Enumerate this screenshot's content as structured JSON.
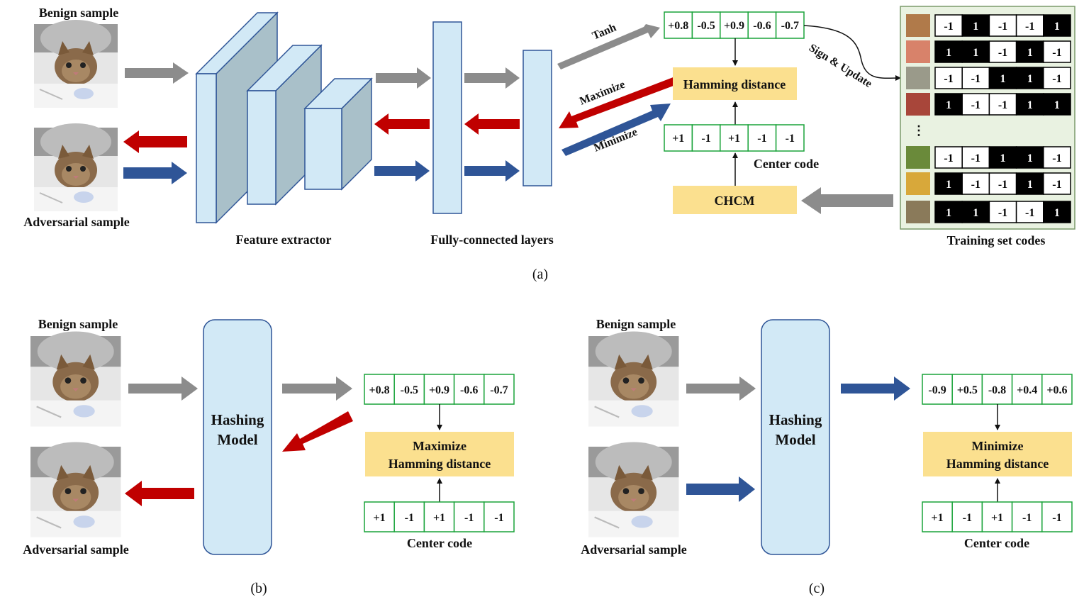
{
  "colors": {
    "gray_arrow": "#8c8c8c",
    "red_arrow": "#c00000",
    "blue_arrow": "#2f5597",
    "box_blue": "#d2e9f6",
    "box_blue_dark": "#a9c0c9",
    "box_yellow": "#fbe08f",
    "code_border": "#1aa33a",
    "training_bg": "#e9f2e1"
  },
  "panel_a": {
    "benign_label": "Benign sample",
    "adversarial_label": "Adversarial sample",
    "feature_extractor_label": "Feature extractor",
    "fc_label": "Fully-connected layers",
    "tanh_label": "Tanh",
    "maximize_label": "Maximize",
    "minimize_label": "Minimize",
    "output_code": [
      "+0.8",
      "-0.5",
      "+0.9",
      "-0.6",
      "-0.7"
    ],
    "hamming_label": "Hamming distance",
    "center_code": [
      "+1",
      "-1",
      "+1",
      "-1",
      "-1"
    ],
    "center_code_label": "Center code",
    "chcm_label": "CHCM",
    "sign_update_label": "Sign & Update",
    "training_label": "Training set codes",
    "ellipsis": "⋮",
    "training_codes": [
      [
        "-1",
        "1",
        "-1",
        "-1",
        "1"
      ],
      [
        "1",
        "1",
        "-1",
        "1",
        "-1"
      ],
      [
        "-1",
        "-1",
        "1",
        "1",
        "-1"
      ],
      [
        "1",
        "-1",
        "-1",
        "1",
        "1"
      ],
      [
        "-1",
        "-1",
        "1",
        "1",
        "-1"
      ],
      [
        "1",
        "-1",
        "-1",
        "1",
        "-1"
      ],
      [
        "1",
        "1",
        "-1",
        "-1",
        "1"
      ]
    ],
    "caption": "(a)"
  },
  "panel_b": {
    "benign_label": "Benign sample",
    "adversarial_label": "Adversarial sample",
    "model_line1": "Hashing",
    "model_line2": "Model",
    "output_code": [
      "+0.8",
      "-0.5",
      "+0.9",
      "-0.6",
      "-0.7"
    ],
    "box_line1": "Maximize",
    "box_line2": "Hamming distance",
    "center_code": [
      "+1",
      "-1",
      "+1",
      "-1",
      "-1"
    ],
    "center_code_label": "Center code",
    "caption": "(b)"
  },
  "panel_c": {
    "benign_label": "Benign sample",
    "adversarial_label": "Adversarial sample",
    "model_line1": "Hashing",
    "model_line2": "Model",
    "output_code": [
      "-0.9",
      "+0.5",
      "-0.8",
      "+0.4",
      "+0.6"
    ],
    "box_line1": "Minimize",
    "box_line2": "Hamming distance",
    "center_code": [
      "+1",
      "-1",
      "+1",
      "-1",
      "-1"
    ],
    "center_code_label": "Center code",
    "caption": "(c)"
  }
}
